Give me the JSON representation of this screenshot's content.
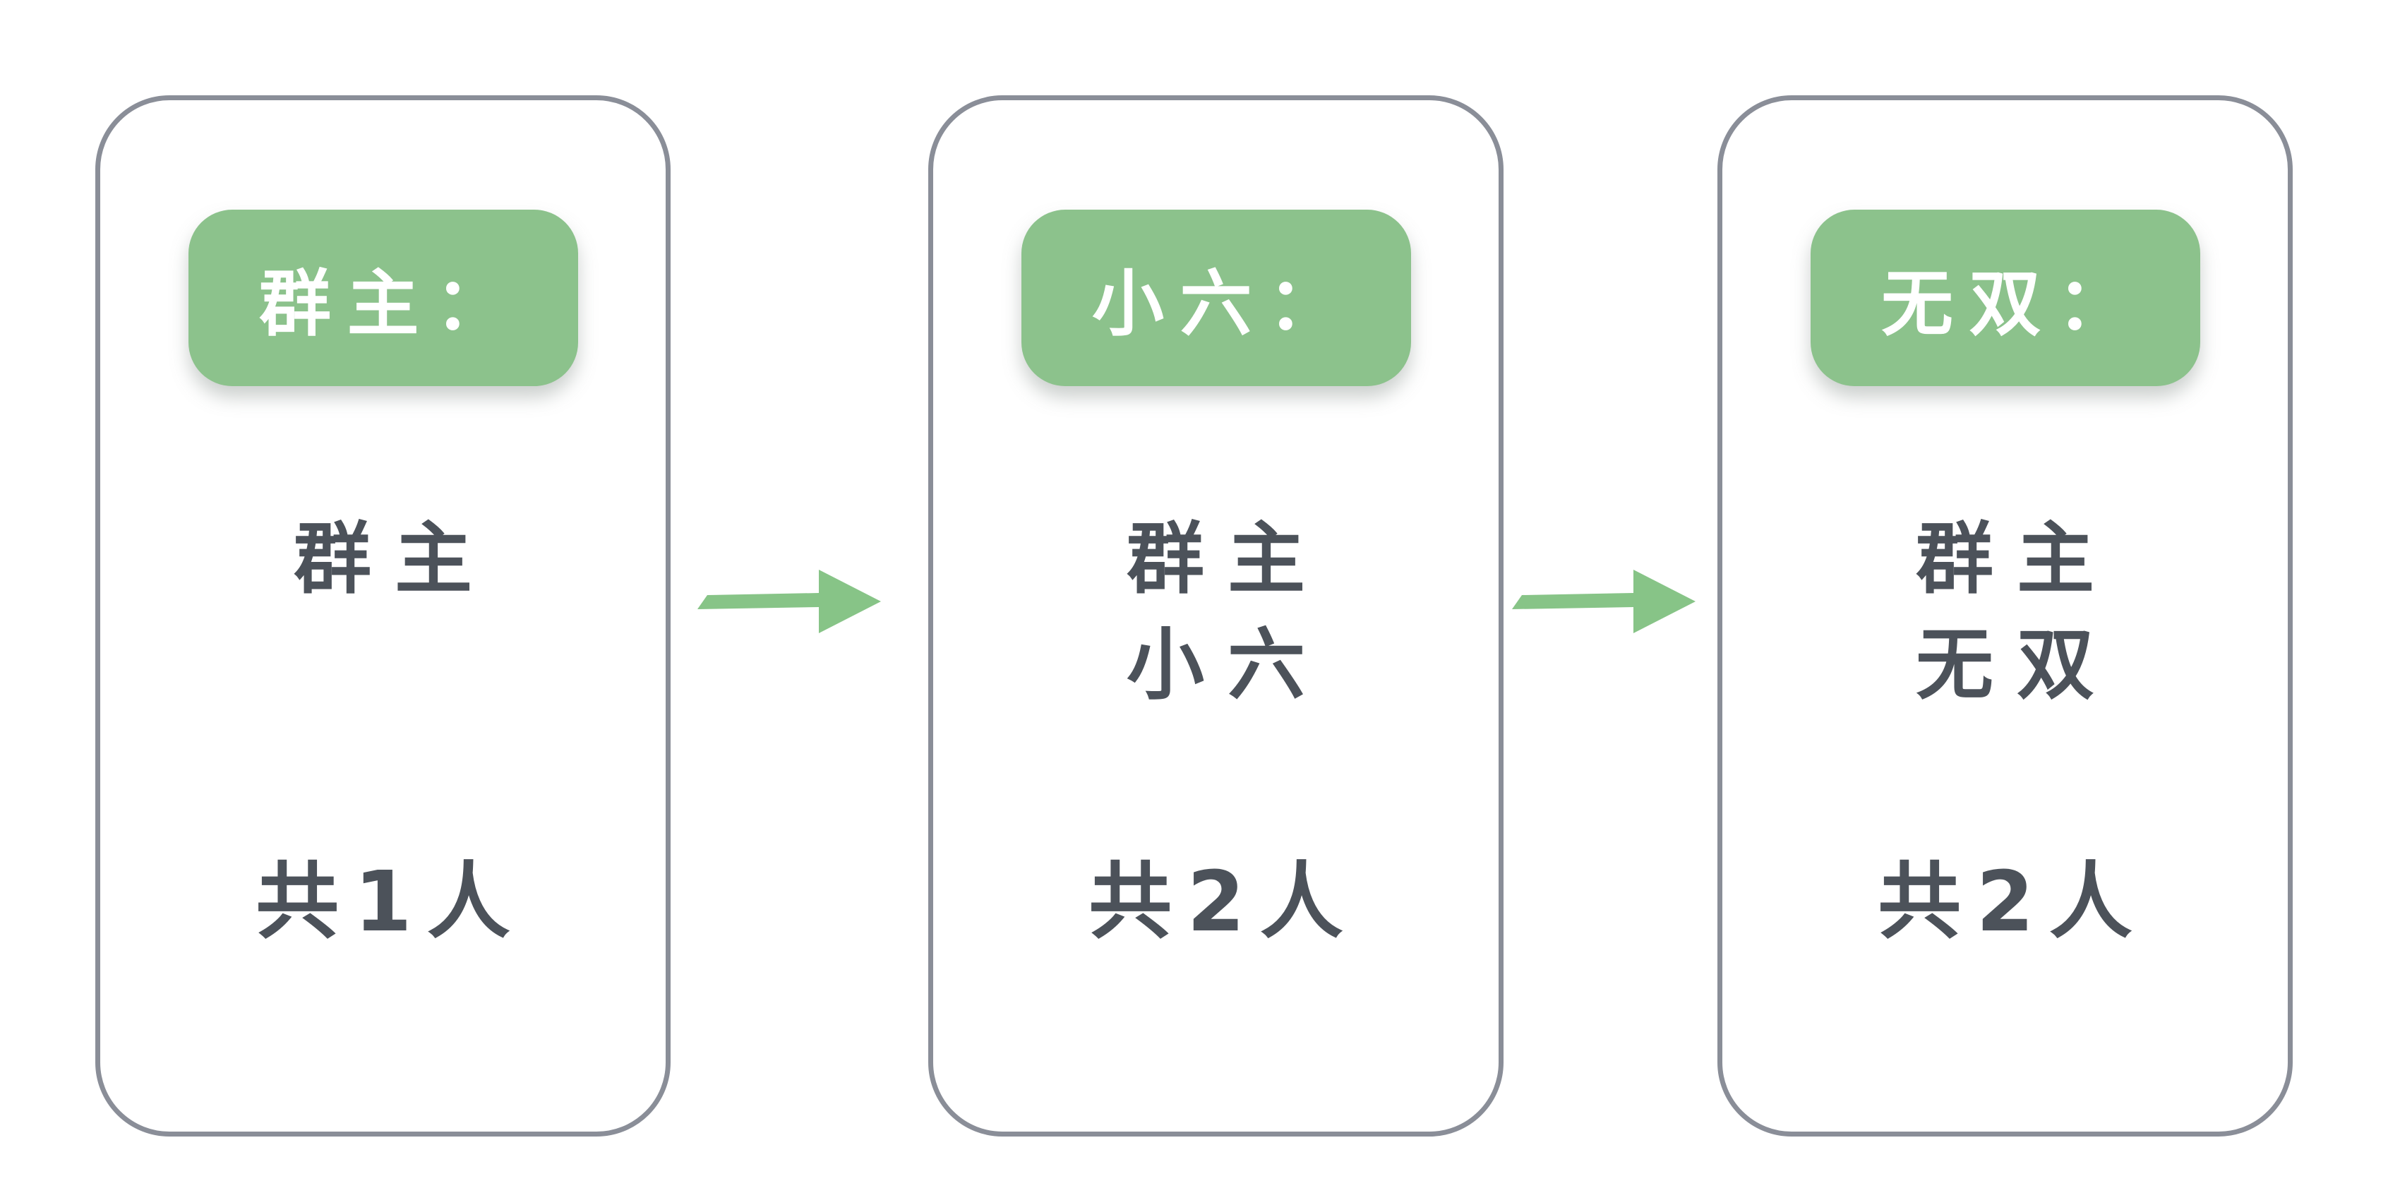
{
  "diagram_title": "group-members-evolution",
  "colors": {
    "badge_green": "#8cc28c",
    "arrow_green": "#87c487",
    "card_border": "#8a8e98",
    "text_dark": "#4c525a",
    "badge_text": "#ffffff",
    "background": "#ffffff"
  },
  "cards": [
    {
      "badge": "群主：",
      "members": [
        "群主"
      ],
      "count": "共1人"
    },
    {
      "badge": "小六：",
      "members": [
        "群主",
        "小六"
      ],
      "count": "共2人"
    },
    {
      "badge": "无双：",
      "members": [
        "群主",
        "无双"
      ],
      "count": "共2人"
    }
  ],
  "arrows": [
    {
      "direction": "right"
    },
    {
      "direction": "right"
    }
  ]
}
